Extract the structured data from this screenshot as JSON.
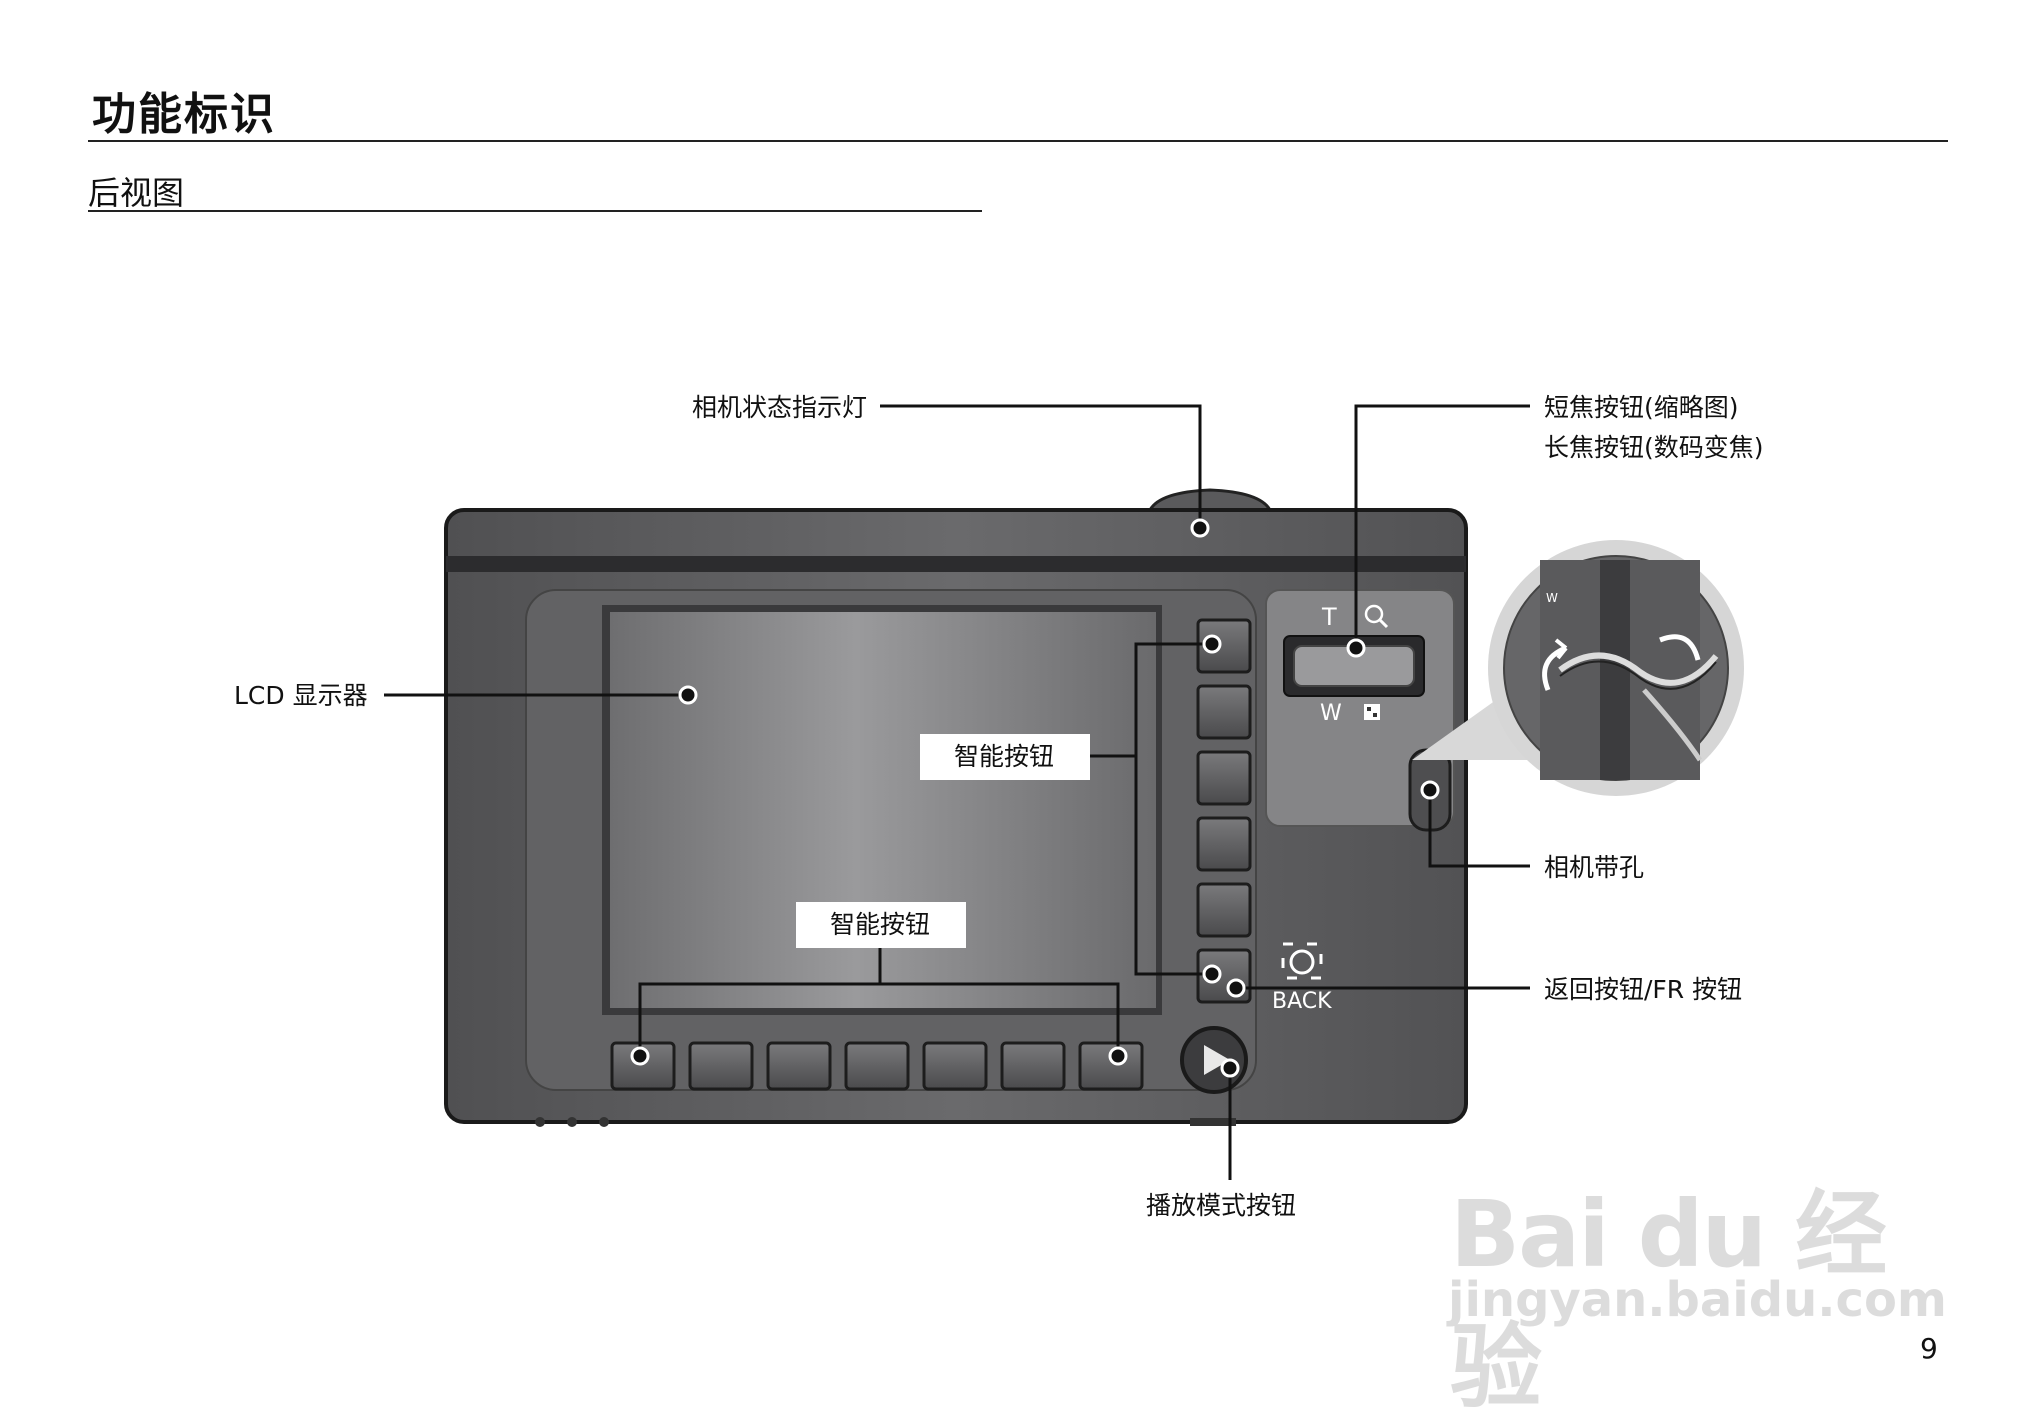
{
  "page": {
    "title": "功能标识",
    "subtitle": "后视图",
    "page_number": "9"
  },
  "callouts": {
    "status_lamp": "相机状态指示灯",
    "zoom_wide": "短焦按钮(缩略图)",
    "zoom_tele": "长焦按钮(数码变焦)",
    "lcd": "LCD 显示器",
    "smart_button_side": "智能按钮",
    "smart_button_bottom": "智能按钮",
    "strap_eyelet": "相机带孔",
    "back_fr": "返回按钮/FR 按钮",
    "playback": "播放模式按钮"
  },
  "camera_labels": {
    "zoom_t": "T",
    "zoom_w": "W",
    "back": "BACK",
    "inset_w": "W"
  },
  "watermark": {
    "logo": "Bai du 经验",
    "url": "jingyan.baidu.com"
  },
  "colors": {
    "body": "#5b5b5d",
    "body_dark": "#3a3a3c",
    "screen": "#7d7d80",
    "label_bg": "#ffffff"
  }
}
